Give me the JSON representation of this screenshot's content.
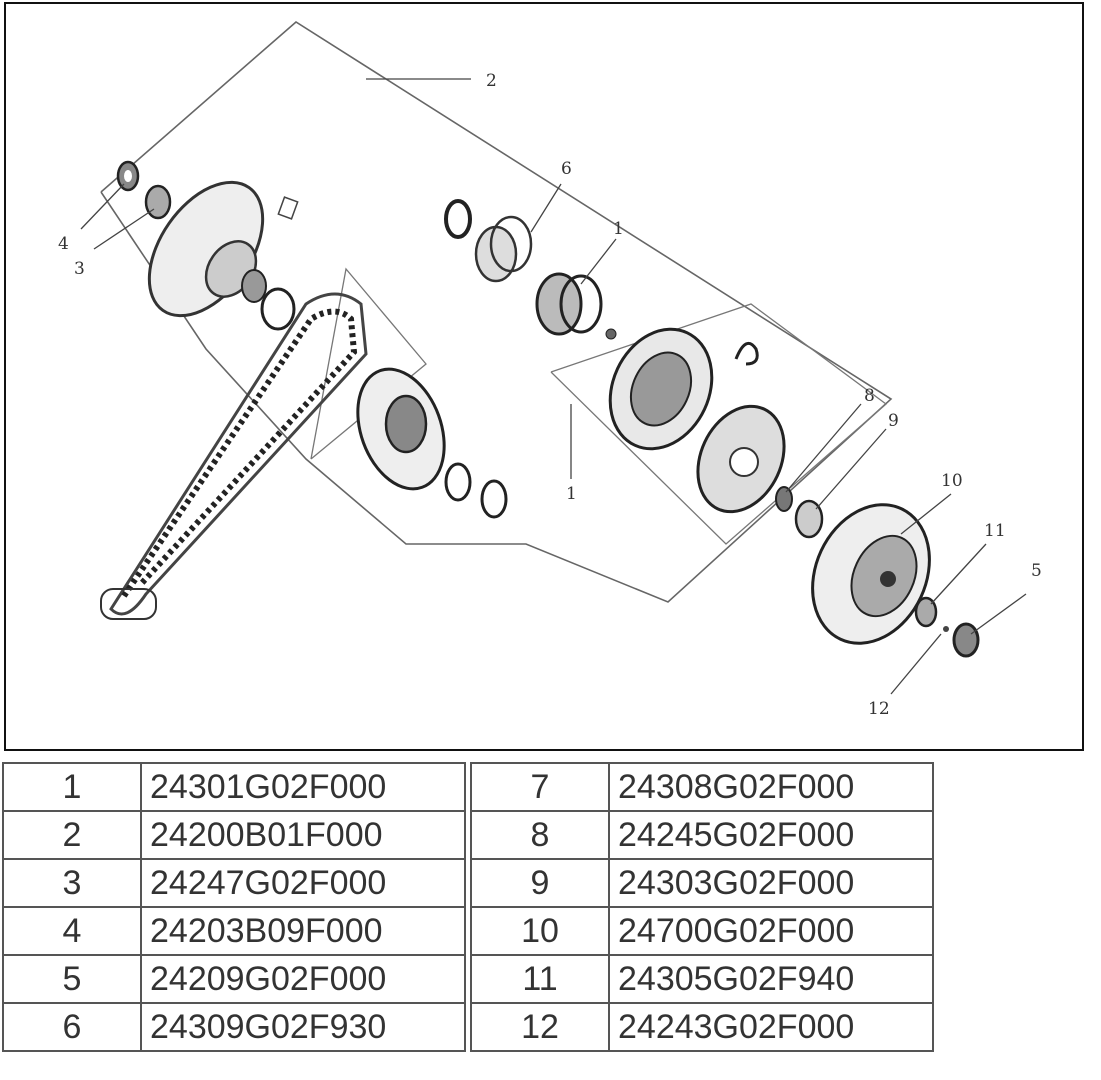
{
  "diagram": {
    "callouts": [
      {
        "id": "1",
        "label": "1"
      },
      {
        "id": "1b",
        "label": "1"
      },
      {
        "id": "2",
        "label": "2"
      },
      {
        "id": "3",
        "label": "3"
      },
      {
        "id": "4",
        "label": "4"
      },
      {
        "id": "5",
        "label": "5"
      },
      {
        "id": "6",
        "label": "6"
      },
      {
        "id": "8",
        "label": "8"
      },
      {
        "id": "9",
        "label": "9"
      },
      {
        "id": "10",
        "label": "10"
      },
      {
        "id": "11",
        "label": "11"
      },
      {
        "id": "12",
        "label": "12"
      }
    ]
  },
  "parts_left": [
    {
      "num": "1",
      "code": "24301G02F000"
    },
    {
      "num": "2",
      "code": "24200B01F000"
    },
    {
      "num": "3",
      "code": "24247G02F000"
    },
    {
      "num": "4",
      "code": "24203B09F000"
    },
    {
      "num": "5",
      "code": "24209G02F000"
    },
    {
      "num": "6",
      "code": "24309G02F930"
    }
  ],
  "parts_right": [
    {
      "num": "7",
      "code": "24308G02F000"
    },
    {
      "num": "8",
      "code": "24245G02F000"
    },
    {
      "num": "9",
      "code": "24303G02F000"
    },
    {
      "num": "10",
      "code": "24700G02F000"
    },
    {
      "num": "11",
      "code": "24305G02F940"
    },
    {
      "num": "12",
      "code": "24243G02F000"
    }
  ]
}
